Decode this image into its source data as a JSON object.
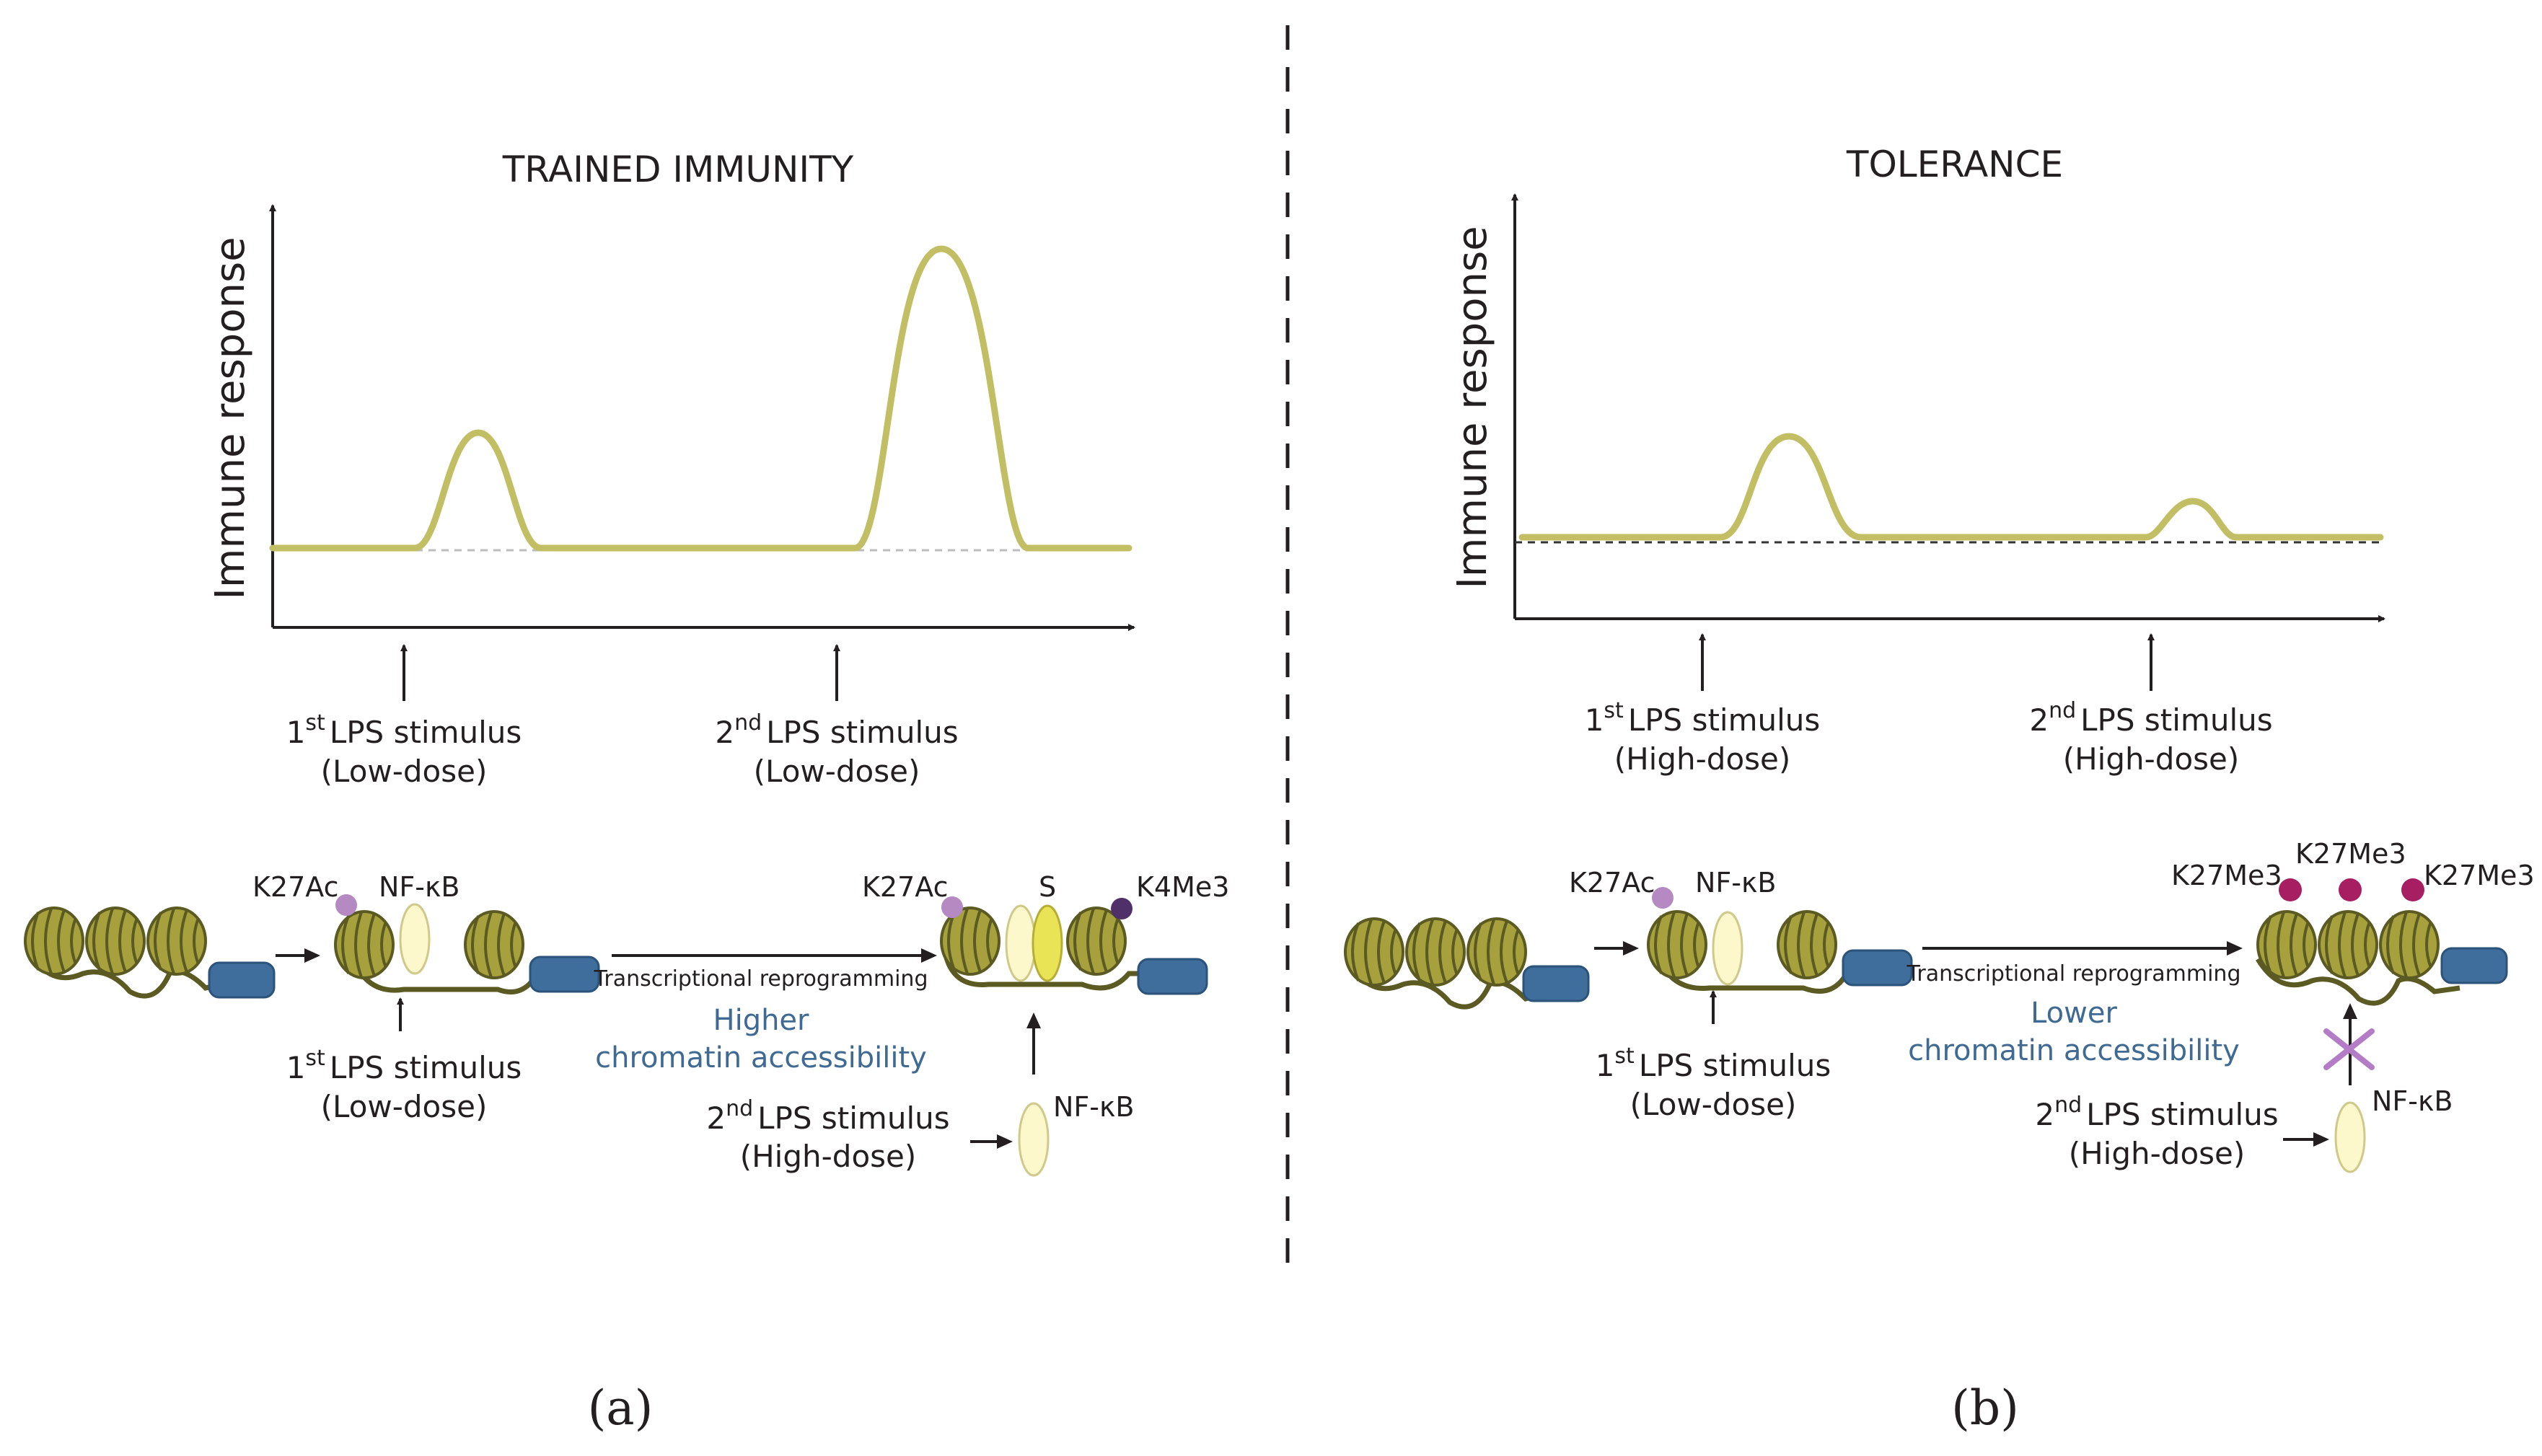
{
  "panel_a": {
    "title": "TRAINED IMMUNITY",
    "ylabel": "Immune response",
    "stim1_ord": "1",
    "stim1_sup": "st",
    "stim1_text": "LPS stimulus",
    "stim1_dose": "(Low-dose)",
    "stim2_ord": "2",
    "stim2_sup": "nd",
    "stim2_text": "LPS stimulus",
    "stim2_dose": "(Low-dose)",
    "mark_left": "K27Ac",
    "nfkb_left": "NF-κB",
    "bottom_stim1_ord": "1",
    "bottom_stim1_sup": "st",
    "bottom_stim1_text": "LPS stimulus",
    "bottom_stim1_dose": "(Low-dose)",
    "arrow_label": "Transcriptional reprogramming",
    "accessibility_line1": "Higher",
    "accessibility_line2": "chromatin accessibility",
    "mark_right_k27ac": "K27Ac",
    "mark_right_s": "S",
    "mark_right_k4me3": "K4Me3",
    "bottom_stim2_ord": "2",
    "bottom_stim2_sup": "nd",
    "bottom_stim2_text": "LPS stimulus",
    "bottom_stim2_dose": "(High-dose)",
    "nfkb_right": "NF-κB",
    "letter": "(a)"
  },
  "panel_b": {
    "title": "TOLERANCE",
    "ylabel": "Immune response",
    "stim1_ord": "1",
    "stim1_sup": "st",
    "stim1_text": "LPS stimulus",
    "stim1_dose": "(High-dose)",
    "stim2_ord": "2",
    "stim2_sup": "nd",
    "stim2_text": "LPS stimulus",
    "stim2_dose": "(High-dose)",
    "mark_left": "K27Ac",
    "nfkb_left": "NF-κB",
    "bottom_stim1_ord": "1",
    "bottom_stim1_sup": "st",
    "bottom_stim1_text": "LPS stimulus",
    "bottom_stim1_dose": "(Low-dose)",
    "arrow_label": "Transcriptional reprogramming",
    "accessibility_line1": "Lower",
    "accessibility_line2": "chromatin accessibility",
    "mark_me3_1": "K27Me3",
    "mark_me3_2": "K27Me3",
    "mark_me3_3": "K27Me3",
    "bottom_stim2_ord": "2",
    "bottom_stim2_sup": "nd",
    "bottom_stim2_text": "LPS stimulus",
    "bottom_stim2_dose": "(High-dose)",
    "nfkb_right": "NF-κB",
    "letter": "(b)"
  },
  "colors": {
    "curve": "#c2be63",
    "nucleosome": "#a6a13d",
    "gene": "#3f6d9c",
    "k27ac": "#b58ac3",
    "k4me3": "#4f3068",
    "k27me3": "#a81e63",
    "accessibility_text": "#3f6a93"
  }
}
